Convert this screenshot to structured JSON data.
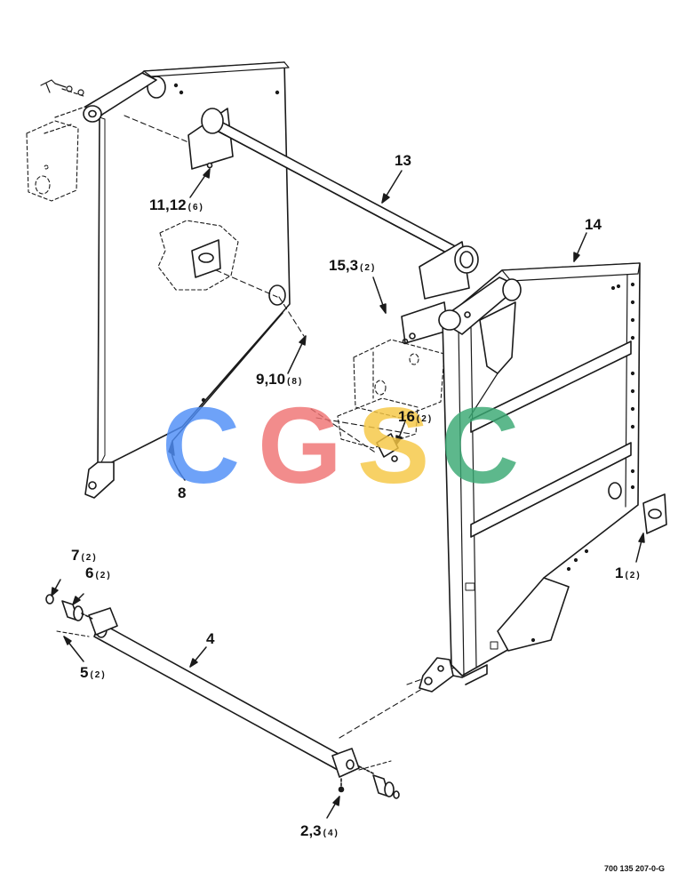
{
  "callouts": [
    {
      "id": "c1",
      "num": "1",
      "qty": "(2)"
    },
    {
      "id": "c2",
      "num": "2,3",
      "qty": "(4)"
    },
    {
      "id": "c4",
      "num": "4",
      "qty": ""
    },
    {
      "id": "c5",
      "num": "5",
      "qty": "(2)"
    },
    {
      "id": "c6",
      "num": "6",
      "qty": "(2)"
    },
    {
      "id": "c7",
      "num": "7",
      "qty": "(2)"
    },
    {
      "id": "c8",
      "num": "8",
      "qty": ""
    },
    {
      "id": "c9",
      "num": "9,10",
      "qty": "(8)"
    },
    {
      "id": "c11",
      "num": "11,12",
      "qty": "(6)"
    },
    {
      "id": "c13",
      "num": "13",
      "qty": ""
    },
    {
      "id": "c14",
      "num": "14",
      "qty": ""
    },
    {
      "id": "c15",
      "num": "15,3",
      "qty": "(2)"
    },
    {
      "id": "c16",
      "num": "16",
      "qty": "(2)"
    }
  ],
  "drawing_number": "700 135 207-0-G",
  "watermark": {
    "letters": [
      "C",
      "G",
      "S",
      "C"
    ],
    "colors": [
      "#4f8ef7",
      "#f07474",
      "#f6c744",
      "#3aa974"
    ]
  }
}
